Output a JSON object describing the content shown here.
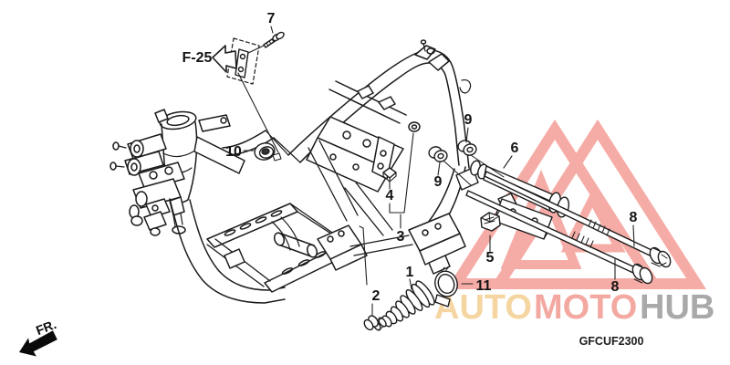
{
  "diagram": {
    "code": "GFCUF2300",
    "ref_label": "F-25",
    "direction_label": "FR.",
    "part_labels": [
      {
        "text": "7"
      },
      {
        "text": "10"
      },
      {
        "text": "9"
      },
      {
        "text": "9"
      },
      {
        "text": "6"
      },
      {
        "text": "4"
      },
      {
        "text": "3"
      },
      {
        "text": "1"
      },
      {
        "text": "2"
      },
      {
        "text": "5"
      },
      {
        "text": "11"
      },
      {
        "text": "8"
      },
      {
        "text": "8"
      }
    ]
  },
  "watermark": {
    "auto": "AUTO",
    "moto": "MOTO",
    "hub": "HUB",
    "colors": {
      "auto_text": "#f5d5a0",
      "moto_text": "#f3a9a2",
      "hub_text": "#a9a9a9",
      "triangle": "#f6aca6"
    }
  }
}
